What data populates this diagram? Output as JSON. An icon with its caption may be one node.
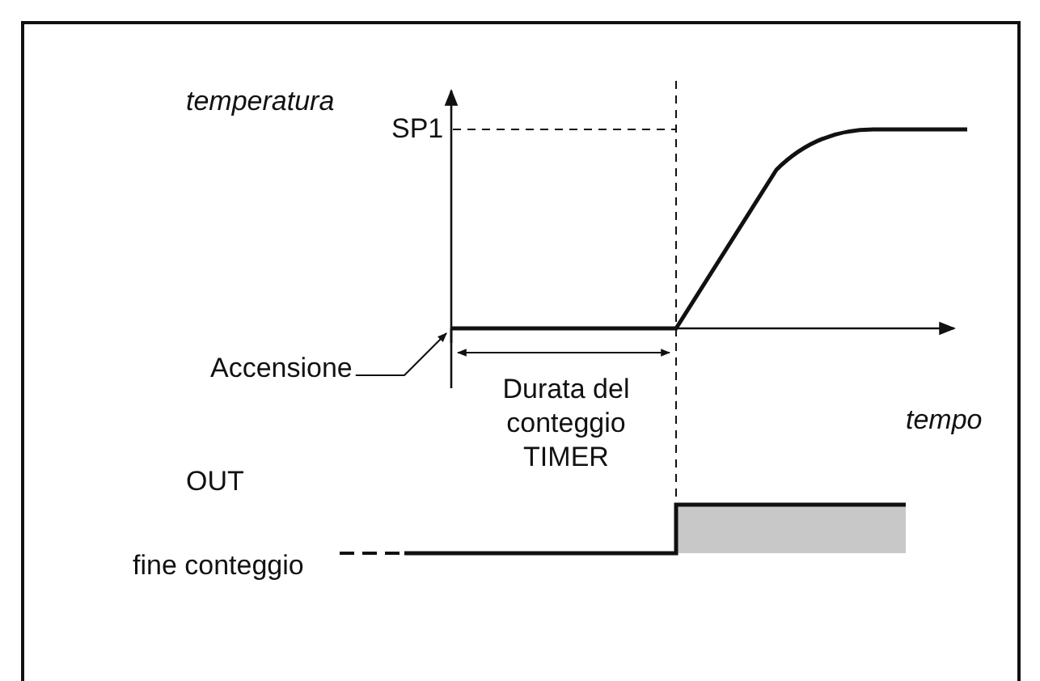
{
  "diagram": {
    "nodes": [
      {
        "text": [
          "Accensione"
        ]
      },
      {
        "text": [],
        "shape": "picture"
      }
    ],
    "edges": [
      {
        "from": 0,
        "to": 1,
        "arrow": "to"
      }
    ],
    "labels": [
      "temperatura",
      "SP1",
      "Durata del conteggio TIMER",
      "tempo",
      "OUT",
      "fine conteggio"
    ]
  }
}
